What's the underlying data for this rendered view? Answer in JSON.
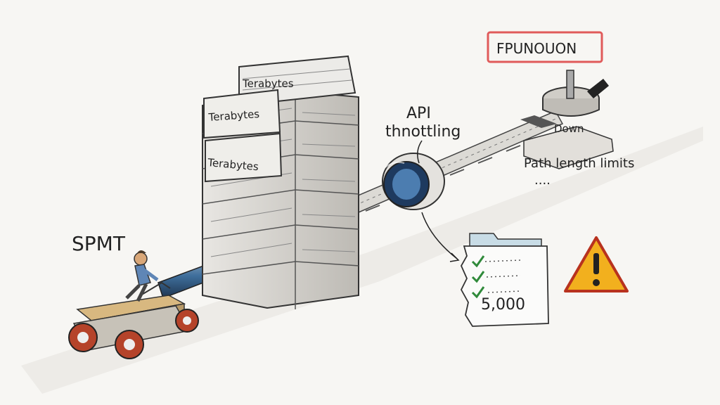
{
  "labels": {
    "spmt": "SPMT",
    "terabytes": [
      "Terabytes",
      "Terabytes",
      "Terabytes"
    ],
    "api_line1": "API",
    "api_line2": "thnottling",
    "red_box": "FPUNOUON",
    "down": "Down",
    "path_limits": "Path length limits",
    "dots": "....",
    "count": "5,000"
  },
  "colors": {
    "ink": "#222222",
    "red_box": "#e05a5a",
    "warning_fill": "#f2b01e",
    "warning_stroke": "#b8321e",
    "check": "#2f8a3a",
    "wheel": "#b5432a",
    "cart": "#d8b880"
  },
  "icons": [
    "warning-icon",
    "document-icon",
    "checkmark-icon",
    "cart-icon",
    "person-icon",
    "pipe-icon",
    "valve-icon"
  ]
}
